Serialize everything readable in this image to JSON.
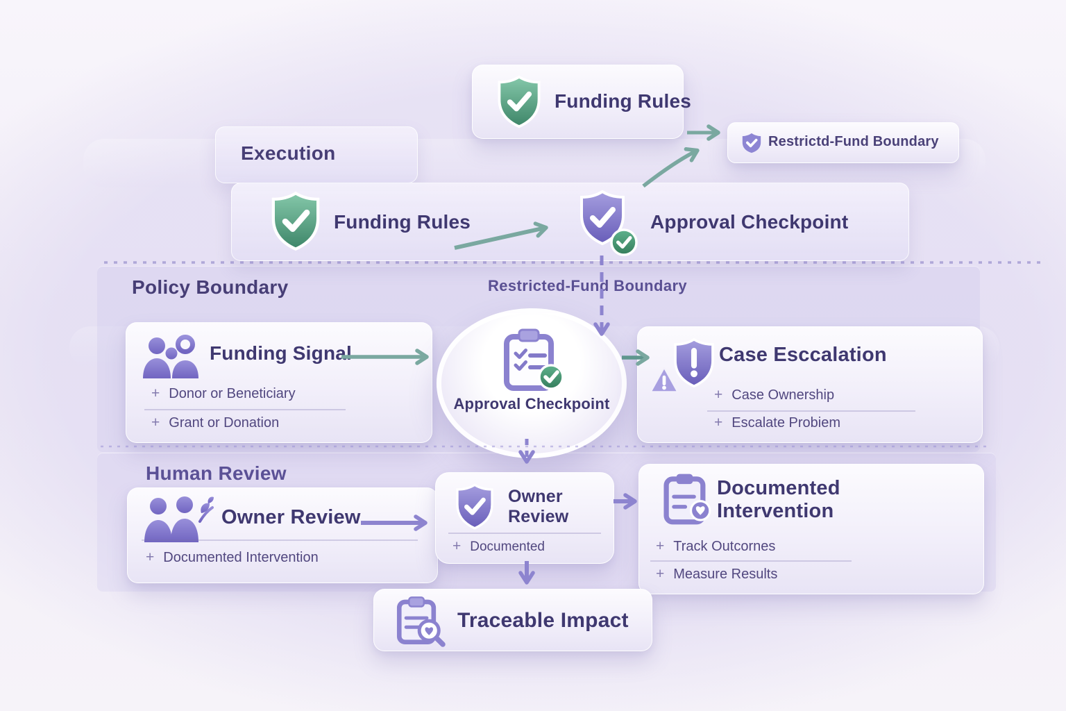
{
  "palette": {
    "background": "#f2eef7",
    "card_face": "#f4f1fb",
    "title_text": "#3f3870",
    "section_text": "#473e76",
    "boundary_text": "#5a5093",
    "item_text": "#51477f",
    "green_arrow": "#7dab9f",
    "purple_arrow": "#8d84cf",
    "shield_green": "#4f9a79",
    "shield_purple": "#7c72c6"
  },
  "top": {
    "funding_rules_card": {
      "title": "Funding Rules",
      "icon": "shield-check-green"
    },
    "boundary_card": {
      "title": "Restrictd-Fund Boundary",
      "icon": "shield-check-purple-small"
    }
  },
  "execution": {
    "section_label": "Execution",
    "funding_rules_label": "Funding Rules",
    "funding_rules_icon": "shield-check-green",
    "approval_checkpoint_label": "Approval Checkpoint",
    "approval_checkpoint_icon": "shield-check-purple-with-green-badge"
  },
  "policy": {
    "section_label": "Policy Boundary",
    "boundary_label": "Restricted-Fund Boundary",
    "funding_signal": {
      "title": "Funding Signal",
      "icon": "people-group",
      "items": [
        {
          "prefix": "+",
          "text": "Donor or Beneticiary"
        },
        {
          "prefix": "+",
          "text": "Grant or Donation"
        }
      ]
    },
    "approval_checkpoint": {
      "title": "Approval Checkpoint",
      "icon": "clipboard-checklist-green-badge"
    },
    "case_escalation": {
      "title": "Case Esccalation",
      "icon": "shield-exclamation-with-warning-triangle",
      "items": [
        {
          "prefix": "+",
          "text": "Case Ownership"
        },
        {
          "prefix": "+",
          "text": "Escalate Probiem"
        }
      ]
    }
  },
  "human_review": {
    "section_label": "Human Review",
    "owner_review": {
      "title": "Owner Review",
      "icon": "people-group-leaf",
      "items": [
        {
          "prefix": "+",
          "text": "Documented Intervention"
        }
      ]
    },
    "owner_review_node": {
      "title": "Owner Review",
      "icon": "shield-check-purple",
      "items": [
        {
          "prefix": "+",
          "text": "Documented"
        }
      ]
    },
    "documented_intervention": {
      "title": "Documented Intervention",
      "icon": "clipboard-heart-badge",
      "items": [
        {
          "prefix": "+",
          "text": "Track Outcornes"
        },
        {
          "prefix": "+",
          "text": "Measure Results"
        }
      ]
    }
  },
  "outcome": {
    "traceable_impact": {
      "title": "Traceable Impact",
      "icon": "clipboard-magnifier-heart"
    }
  }
}
